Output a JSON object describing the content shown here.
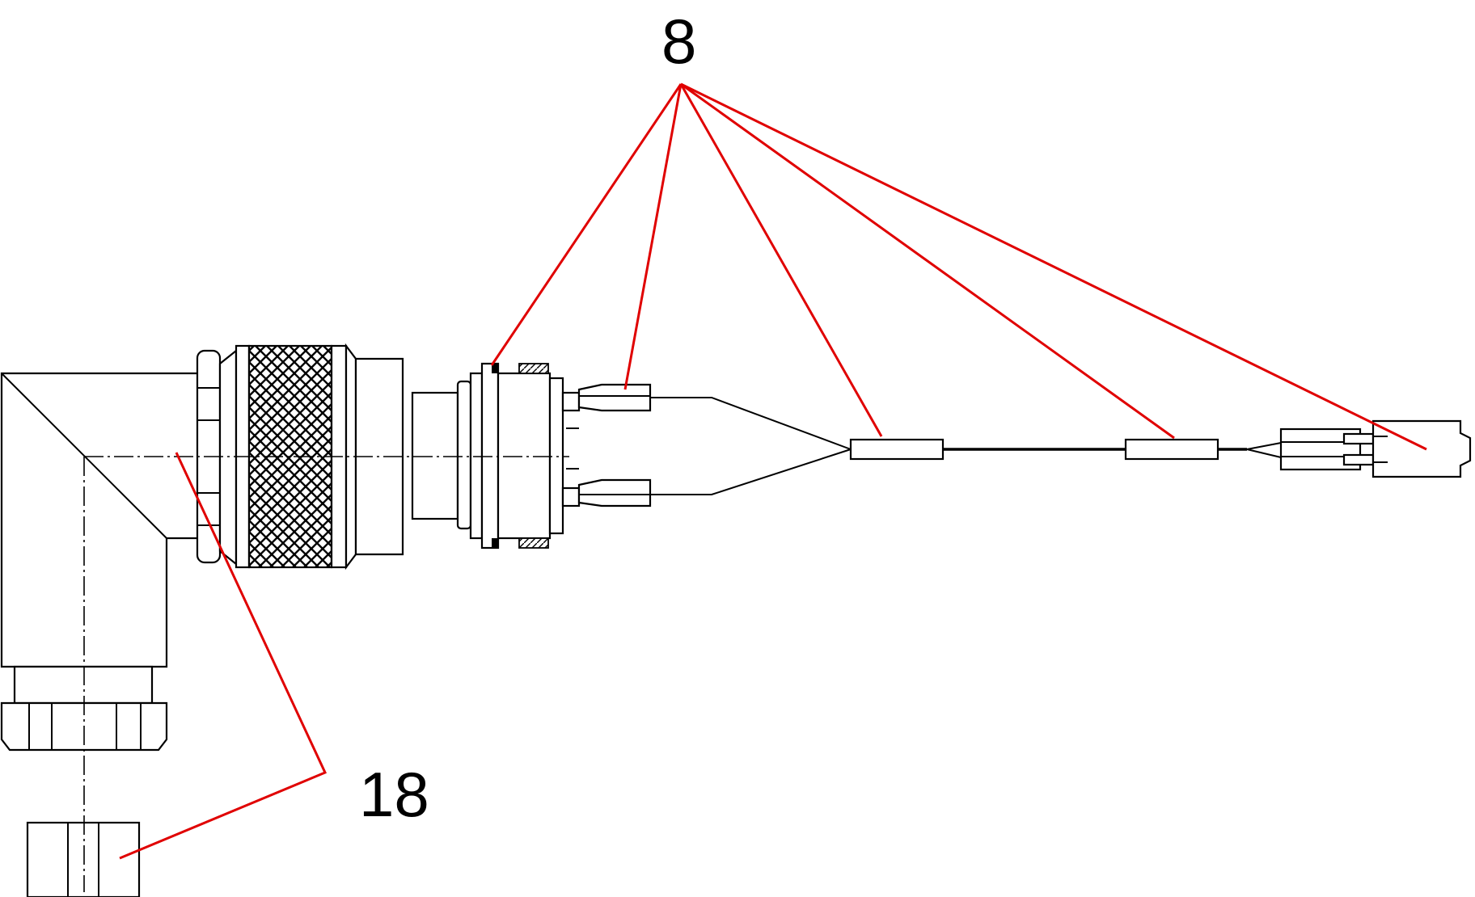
{
  "diagram": {
    "colors": {
      "background": "#ffffff",
      "outline": "#000000",
      "leader": "#e00000"
    },
    "callouts": [
      {
        "id": "callout-8",
        "label": "8"
      },
      {
        "id": "callout-18",
        "label": "18"
      }
    ]
  }
}
